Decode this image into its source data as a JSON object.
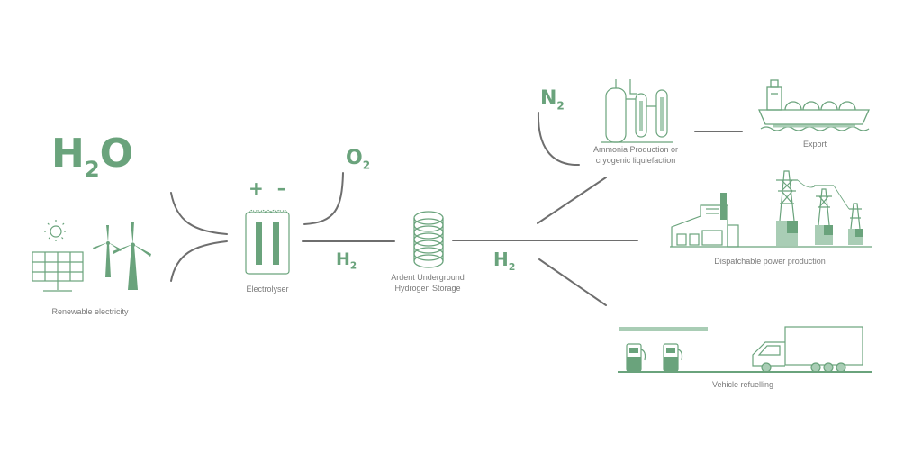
{
  "colors": {
    "green": "#6aa37c",
    "green_light": "#a9cdb5",
    "green_pale": "#d6e9dc",
    "arrow": "#6e6e6e",
    "label": "#7a7a7a"
  },
  "chemicals": {
    "water": {
      "main": "H",
      "sub": "2",
      "tail": "O"
    },
    "oxygen": {
      "main": "O",
      "sub": "2"
    },
    "hydrogen_1": {
      "main": "H",
      "sub": "2"
    },
    "hydrogen_2": {
      "main": "H",
      "sub": "2"
    },
    "nitrogen": {
      "main": "N",
      "sub": "2"
    },
    "electrodes": "+ –"
  },
  "labels": {
    "renewable": "Renewable electricity",
    "electrolyser": "Electrolyser",
    "storage_line1": "Ardent Underground",
    "storage_line2": "Hydrogen Storage",
    "ammonia_line1": "Ammonia Production or",
    "ammonia_line2": "cryogenic liquiefaction",
    "export": "Export",
    "power": "Dispatchable power production",
    "vehicle": "Vehicle refuelling"
  },
  "icons": {
    "sun": "sun-icon",
    "solar_panel": "solar-panel-icon",
    "wind_turbines": "wind-turbine-icon",
    "electrolyser": "electrolyser-icon",
    "storage": "hydrogen-storage-tank-icon",
    "ammonia_plant": "ammonia-plant-icon",
    "ship": "lng-ship-icon",
    "factory": "factory-icon",
    "pylons": "power-pylon-icon",
    "fuel_pumps": "fuel-pump-icon",
    "truck": "truck-icon"
  }
}
